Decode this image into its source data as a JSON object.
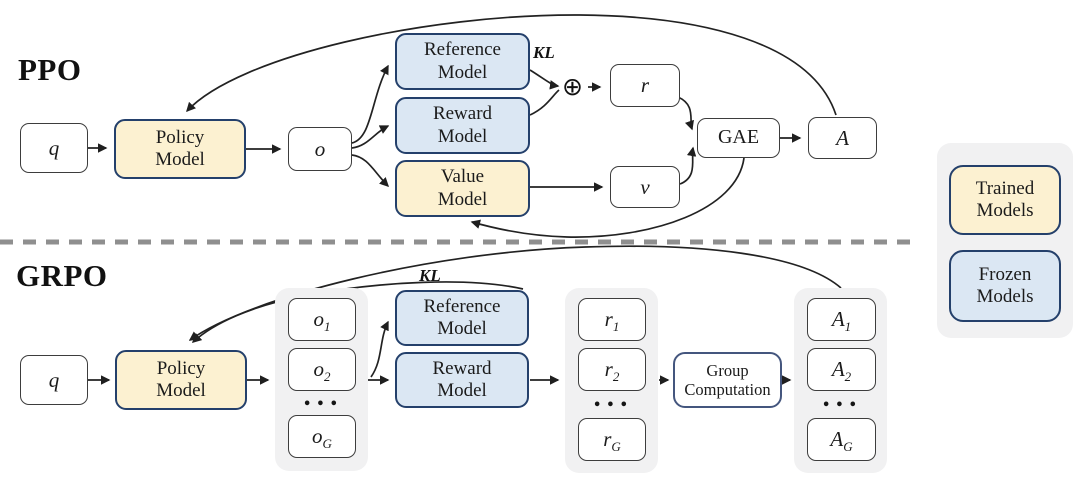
{
  "ppo": {
    "title": "PPO",
    "q": "q",
    "policy": "Policy Model",
    "o": "o",
    "reference": "Reference Model",
    "reward": "Reward Model",
    "value": "Value Model",
    "kl": "KL",
    "oplus": "⊕",
    "r": "r",
    "v": "v",
    "gae": "GAE",
    "a": "A"
  },
  "grpo": {
    "title": "GRPO",
    "q": "q",
    "policy": "Policy Model",
    "kl": "KL",
    "reference": "Reference Model",
    "reward": "Reward Model",
    "group_computation": "Group Computation",
    "dots": "•••",
    "o_items": [
      {
        "base": "o",
        "sub": "1"
      },
      {
        "base": "o",
        "sub": "2"
      },
      {
        "base": "o",
        "sub": "G"
      }
    ],
    "r_items": [
      {
        "base": "r",
        "sub": "1"
      },
      {
        "base": "r",
        "sub": "2"
      },
      {
        "base": "r",
        "sub": "G"
      }
    ],
    "a_items": [
      {
        "base": "A",
        "sub": "1"
      },
      {
        "base": "A",
        "sub": "2"
      },
      {
        "base": "A",
        "sub": "G"
      }
    ]
  },
  "legend": {
    "trained": "Trained Models",
    "frozen": "Frozen Models"
  },
  "colors": {
    "trained_fill": "#FCF1D1",
    "frozen_fill": "#DBE7F3",
    "border_navy": "#24406B",
    "container_gray": "#F1F1F2",
    "divider_gray": "#8f8f8f"
  }
}
